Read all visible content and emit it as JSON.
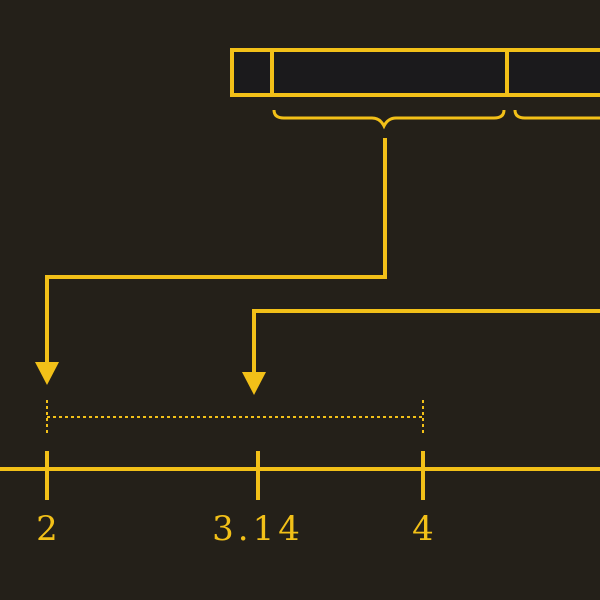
{
  "colors": {
    "background": "#242019",
    "accent": "#F2C018",
    "box_fill": "#1B1A1C"
  },
  "number_line": {
    "ticks": [
      {
        "label": "2",
        "value": 2
      },
      {
        "label": "3.14",
        "value": 3.14
      },
      {
        "label": "4",
        "value": 4
      }
    ]
  }
}
